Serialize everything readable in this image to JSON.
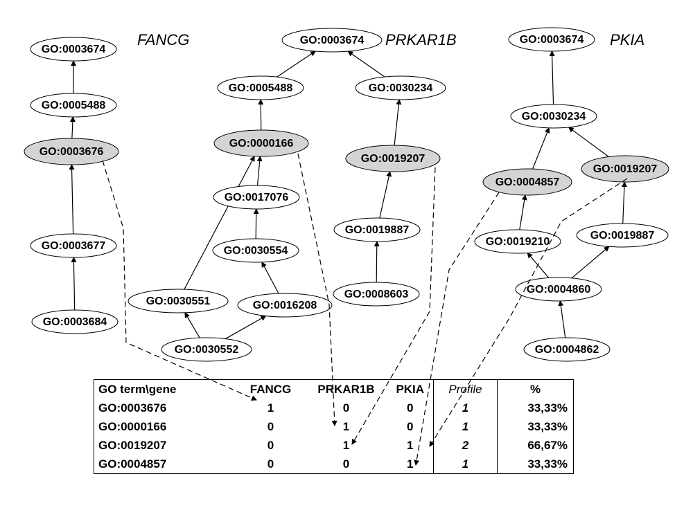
{
  "genes": [
    {
      "id": "fancg",
      "title": "FANCG",
      "nodes": [
        {
          "id": "f1",
          "label": "GO:0003674",
          "highlight": false
        },
        {
          "id": "f2",
          "label": "GO:0005488",
          "highlight": false
        },
        {
          "id": "f3",
          "label": "GO:0003676",
          "highlight": true
        },
        {
          "id": "f4",
          "label": "GO:0003677",
          "highlight": false
        },
        {
          "id": "f5",
          "label": "GO:0003684",
          "highlight": false
        }
      ],
      "edges": [
        [
          "f2",
          "f1"
        ],
        [
          "f3",
          "f2"
        ],
        [
          "f4",
          "f3"
        ],
        [
          "f5",
          "f4"
        ]
      ]
    },
    {
      "id": "prkar1b",
      "title": "PRKAR1B",
      "nodes": [
        {
          "id": "p1",
          "label": "GO:0003674",
          "highlight": false
        },
        {
          "id": "p2",
          "label": "GO:0005488",
          "highlight": false
        },
        {
          "id": "p3",
          "label": "GO:0030234",
          "highlight": false
        },
        {
          "id": "p4",
          "label": "GO:0000166",
          "highlight": true
        },
        {
          "id": "p5",
          "label": "GO:0019207",
          "highlight": true
        },
        {
          "id": "p6",
          "label": "GO:0017076",
          "highlight": false
        },
        {
          "id": "p7",
          "label": "GO:0019887",
          "highlight": false
        },
        {
          "id": "p8",
          "label": "GO:0030554",
          "highlight": false
        },
        {
          "id": "p9",
          "label": "GO:0030551",
          "highlight": false
        },
        {
          "id": "p10",
          "label": "GO:0016208",
          "highlight": false
        },
        {
          "id": "p11",
          "label": "GO:0008603",
          "highlight": false
        },
        {
          "id": "p12",
          "label": "GO:0030552",
          "highlight": false
        }
      ],
      "edges": [
        [
          "p2",
          "p1"
        ],
        [
          "p3",
          "p1"
        ],
        [
          "p4",
          "p2"
        ],
        [
          "p5",
          "p3"
        ],
        [
          "p6",
          "p4"
        ],
        [
          "p8",
          "p6"
        ],
        [
          "p10",
          "p8"
        ],
        [
          "p9",
          "p4"
        ],
        [
          "p12",
          "p9"
        ],
        [
          "p12",
          "p10"
        ],
        [
          "p7",
          "p5"
        ],
        [
          "p11",
          "p7"
        ]
      ]
    },
    {
      "id": "pkia",
      "title": "PKIA",
      "nodes": [
        {
          "id": "k1",
          "label": "GO:0003674",
          "highlight": false
        },
        {
          "id": "k2",
          "label": "GO:0030234",
          "highlight": false
        },
        {
          "id": "k3",
          "label": "GO:0004857",
          "highlight": true
        },
        {
          "id": "k4",
          "label": "GO:0019207",
          "highlight": true
        },
        {
          "id": "k5",
          "label": "GO:0019210",
          "highlight": false
        },
        {
          "id": "k6",
          "label": "GO:0019887",
          "highlight": false
        },
        {
          "id": "k7",
          "label": "GO:0004860",
          "highlight": false
        },
        {
          "id": "k8",
          "label": "GO:0004862",
          "highlight": false
        }
      ],
      "edges": [
        [
          "k2",
          "k1"
        ],
        [
          "k3",
          "k2"
        ],
        [
          "k4",
          "k2"
        ],
        [
          "k5",
          "k3"
        ],
        [
          "k6",
          "k4"
        ],
        [
          "k7",
          "k5"
        ],
        [
          "k7",
          "k6"
        ],
        [
          "k8",
          "k7"
        ]
      ]
    }
  ],
  "table": {
    "headers": [
      "GO term\\gene",
      "FANCG",
      "PRKAR1B",
      "PKIA",
      "Profile",
      "%"
    ],
    "rows": [
      {
        "term": "GO:0003676",
        "fancg": "1",
        "prkar1b": "0",
        "pkia": "0",
        "profile": "1",
        "pct": "33,33%"
      },
      {
        "term": "GO:0000166",
        "fancg": "0",
        "prkar1b": "1",
        "pkia": "0",
        "profile": "1",
        "pct": "33,33%"
      },
      {
        "term": "GO:0019207",
        "fancg": "0",
        "prkar1b": "1",
        "pkia": "1",
        "profile": "2",
        "pct": "66,67%"
      },
      {
        "term": "GO:0004857",
        "fancg": "0",
        "prkar1b": "0",
        "pkia": "1",
        "profile": "1",
        "pct": "33,33%"
      }
    ]
  },
  "colors": {
    "node_fill": "#ffffff",
    "highlight_fill": "#d4d4d4",
    "stroke": "#000000"
  }
}
